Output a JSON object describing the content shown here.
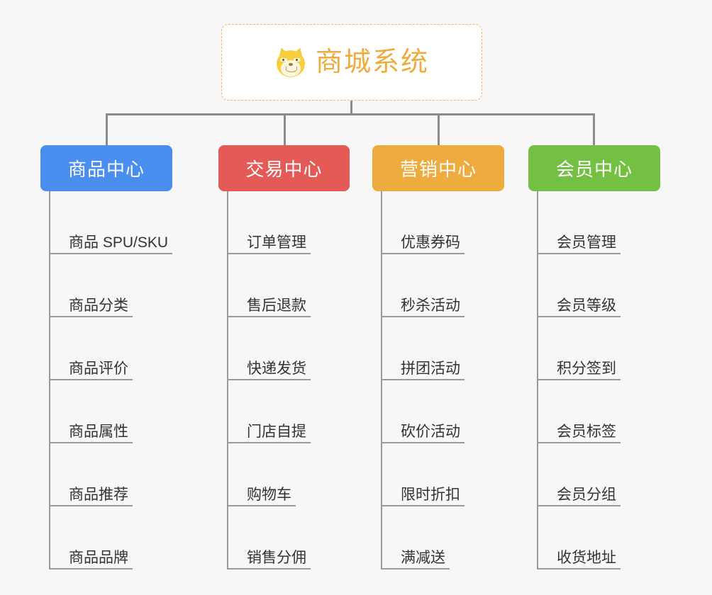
{
  "background_color": "#f7f7f7",
  "root": {
    "icon": "shiba-dog-face-icon",
    "title": "商城系统",
    "title_color": "#eeac3e",
    "border_color": "#f0b860"
  },
  "connector_color": "#8c8c8c",
  "branches": [
    {
      "label": "商品中心",
      "color": "#4a8ef0",
      "items": [
        "商品 SPU/SKU",
        "商品分类",
        "商品评价",
        "商品属性",
        "商品推荐",
        "商品品牌"
      ]
    },
    {
      "label": "交易中心",
      "color": "#e45a57",
      "items": [
        "订单管理",
        "售后退款",
        "快递发货",
        "门店自提",
        "购物车",
        "销售分佣"
      ]
    },
    {
      "label": "营销中心",
      "color": "#eeac3e",
      "items": [
        "优惠券码",
        "秒杀活动",
        "拼团活动",
        "砍价活动",
        "限时折扣",
        "满减送"
      ]
    },
    {
      "label": "会员中心",
      "color": "#74c043",
      "items": [
        "会员管理",
        "会员等级",
        "积分签到",
        "会员标签",
        "会员分组",
        "收货地址"
      ]
    }
  ]
}
